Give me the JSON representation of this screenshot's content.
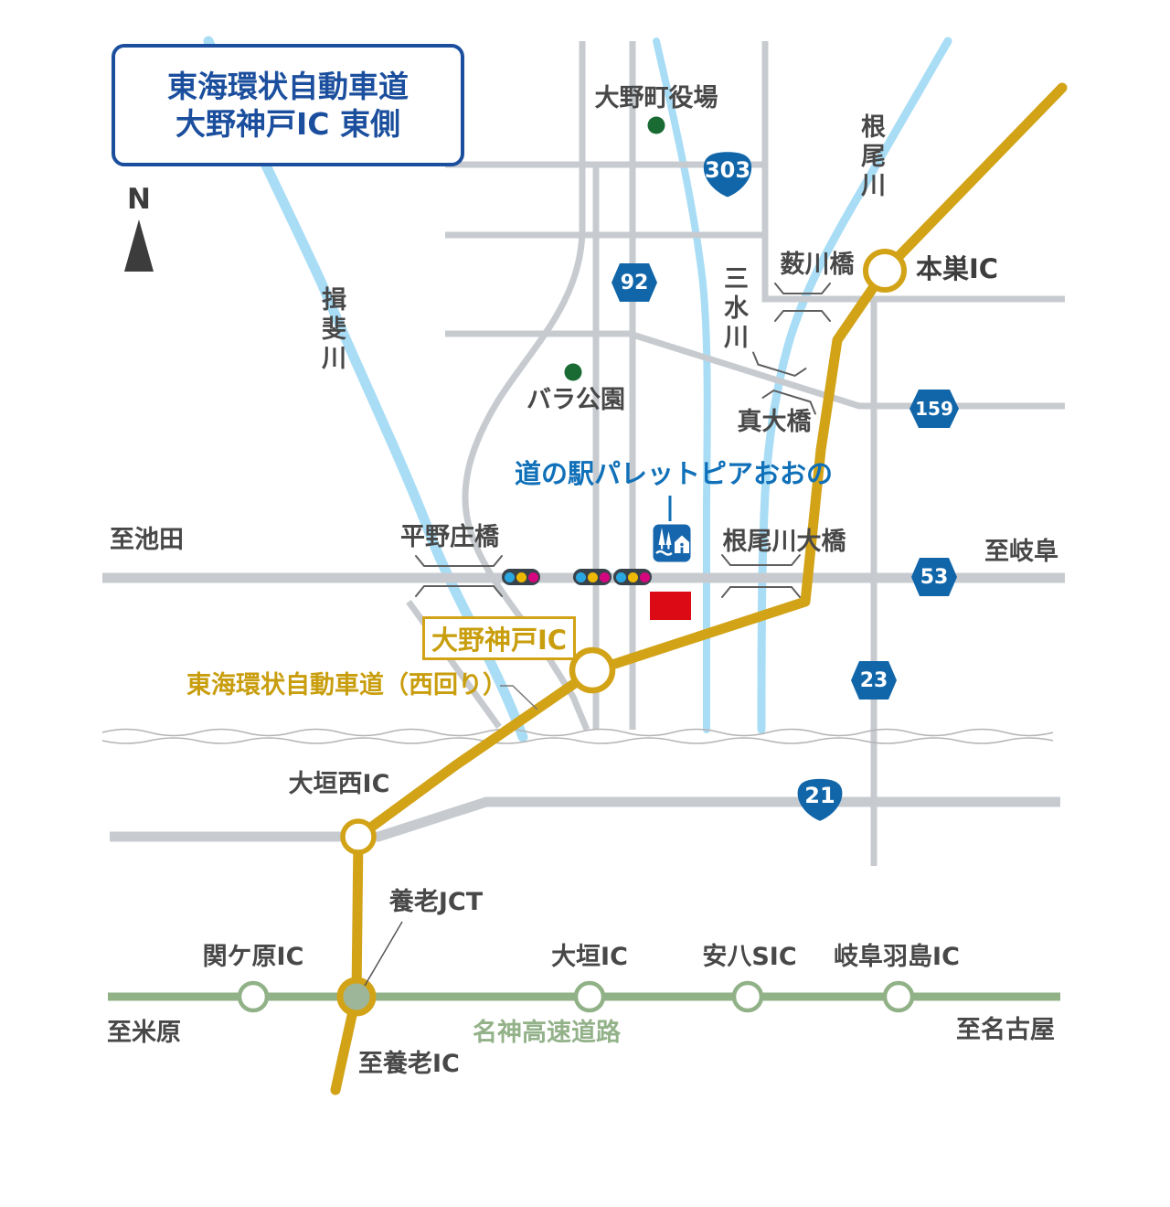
{
  "title": {
    "line1": "東海環状自動車道",
    "line2": "大野神戸IC 東側"
  },
  "compass": {
    "north": "N"
  },
  "colors": {
    "highway_gold": "#d2a317",
    "meishin_green": "#91b187",
    "route_shield_blue": "#1166a9",
    "river_blue": "#a9ddf6",
    "road_gray": "#c7cbd0",
    "label_dark": "#484848",
    "poi_blue": "#1070b8",
    "title_blue": "#1b4f9e",
    "destination_red": "#dc0a14",
    "park_green": "#1a6b33"
  },
  "rivers": {
    "ibigawa": "揖斐川",
    "neogawa": "根尾川",
    "sansuigawa": "三水川"
  },
  "bridges": {
    "yabukawabashi": "薮川橋",
    "shindaibashi": "真大橋",
    "hiranoshobashi": "平野庄橋",
    "neogawa_ohashi": "根尾川大橋"
  },
  "pois": {
    "onocho_yakuba": "大野町役場",
    "bara_koen": "バラ公園",
    "michinoeki": "道の駅パレットピアおおの"
  },
  "interchanges": {
    "motosu": "本巣IC",
    "ono_godo": "大野神戸IC",
    "ogaki_nishi": "大垣西IC",
    "yoro_jct": "養老JCT",
    "sekigahara": "関ケ原IC",
    "ogaki": "大垣IC",
    "anpachi": "安八SIC",
    "gifu_hashima": "岐阜羽島IC"
  },
  "highways": {
    "tokai_kanjo_label": "東海環状自動車道（西回り）",
    "meishin_label": "名神高速道路"
  },
  "directions": {
    "to_ikeda": "至池田",
    "to_gifu": "至岐阜",
    "to_maibara": "至米原",
    "to_nagoya": "至名古屋",
    "to_yoro": "至養老IC"
  },
  "route_shields": {
    "r303": "303",
    "r92": "92",
    "r159": "159",
    "r53": "53",
    "r23": "23",
    "r21": "21"
  }
}
